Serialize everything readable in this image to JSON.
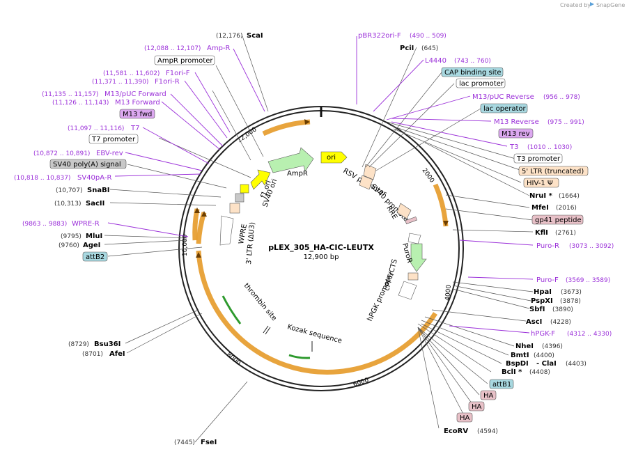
{
  "credit": "Created by",
  "brand": "SnapGene",
  "plasmid": {
    "name": "pLEX_305_HA-CIC-LEUTX",
    "length": "12,900 bp"
  },
  "ticks": [
    "2000",
    "4000",
    "6000",
    "8000",
    "10,000",
    "12,000"
  ],
  "sites_right": [
    {
      "name": "PciI",
      "pos": "(645)"
    },
    {
      "name": "NruI *",
      "pos": "(1664)"
    },
    {
      "name": "MfeI",
      "pos": "(2016)"
    },
    {
      "name": "KflI",
      "pos": "(2761)"
    },
    {
      "name": "HpaI",
      "pos": "(3673)"
    },
    {
      "name": "PspXI",
      "pos": "(3878)"
    },
    {
      "name": "SbfI",
      "pos": "(3890)"
    },
    {
      "name": "AscI",
      "pos": "(4228)"
    },
    {
      "name": "NheI",
      "pos": "(4396)"
    },
    {
      "name": "BmtI",
      "pos": "(4400)"
    },
    {
      "name": "BspDI",
      "pos": "- ClaI",
      "pos2": "(4403)"
    },
    {
      "name": "BclI *",
      "pos": "(4408)"
    },
    {
      "name": "EcoRV",
      "pos": "(4594)"
    }
  ],
  "sites_left": [
    {
      "name": "ScaI",
      "pos": "(12,176)"
    },
    {
      "name": "SnaBI",
      "pos": "(10,707)"
    },
    {
      "name": "SacII",
      "pos": "(10,313)"
    },
    {
      "name": "MluI",
      "pos": "(9795)"
    },
    {
      "name": "AgeI",
      "pos": "(9760)"
    },
    {
      "name": "Bsu36I",
      "pos": "(8729)"
    },
    {
      "name": "AfeI",
      "pos": "(8701)"
    },
    {
      "name": "FseI",
      "pos": "(7445)"
    }
  ],
  "primers_right": [
    {
      "name": "pBR322ori-F",
      "pos": "(490 .. 509)"
    },
    {
      "name": "L4440",
      "pos": "(743 .. 760)"
    },
    {
      "name": "M13/pUC Reverse",
      "pos": "(956 .. 978)"
    },
    {
      "name": "M13 Reverse",
      "pos": "(975 .. 991)"
    },
    {
      "name": "T3",
      "pos": "(1010 .. 1030)"
    },
    {
      "name": "Puro-R",
      "pos": "(3073 .. 3092)"
    },
    {
      "name": "Puro-F",
      "pos": "(3569 .. 3589)"
    },
    {
      "name": "hPGK-F",
      "pos": "(4312 .. 4330)"
    }
  ],
  "primers_left": [
    {
      "name": "Amp-R",
      "pos": "(12,088 .. 12,107)"
    },
    {
      "name": "F1ori-F",
      "pos": "(11,581 .. 11,602)"
    },
    {
      "name": "F1ori-R",
      "pos": "(11,371 .. 11,390)"
    },
    {
      "name": "M13/pUC Forward",
      "pos": "(11,135 .. 11,157)"
    },
    {
      "name": "M13 Forward",
      "pos": "(11,126 .. 11,143)"
    },
    {
      "name": "T7",
      "pos": "(11,097 .. 11,116)"
    },
    {
      "name": "EBV-rev",
      "pos": "(10,872 .. 10,891)"
    },
    {
      "name": "SV40pA-R",
      "pos": "(10,818 .. 10,837)"
    },
    {
      "name": "WPRE-R",
      "pos": "(9863 .. 9883)"
    }
  ],
  "boxed_right": [
    "CAP binding site",
    "lac promoter",
    "lac operator",
    "M13 rev",
    "T3 promoter",
    "5' LTR (truncated)",
    "HIV-1 Ψ",
    "gp41 peptide",
    "attB1",
    "HA",
    "HA",
    "HA"
  ],
  "boxed_left": [
    "AmpR promoter",
    "M13 fwd",
    "T7 promoter",
    "SV40 poly(A) signal",
    "attB2"
  ],
  "inner_features": [
    "ori",
    "AmpR",
    "f1 ori",
    "SV40 ori",
    "RSV promoter",
    "SV40 promoter",
    "RRE",
    "PuroR",
    "cPPT/CTS",
    "hPGK promoter",
    "WPRE",
    "3' LTR (ΔU3)",
    "thrombin site",
    "Kozak sequence"
  ],
  "colors": {
    "primer": "#9b30d9",
    "orf": "#e9a23b",
    "backbone": "#222222",
    "ori": "#ffff00",
    "marker": "#b8f0b0",
    "promoter": "#fde2c7",
    "teal": "#a8d8e0",
    "pink": "#e8c1c8",
    "gray": "#c8c8c8",
    "violet": "#dca8f0"
  }
}
